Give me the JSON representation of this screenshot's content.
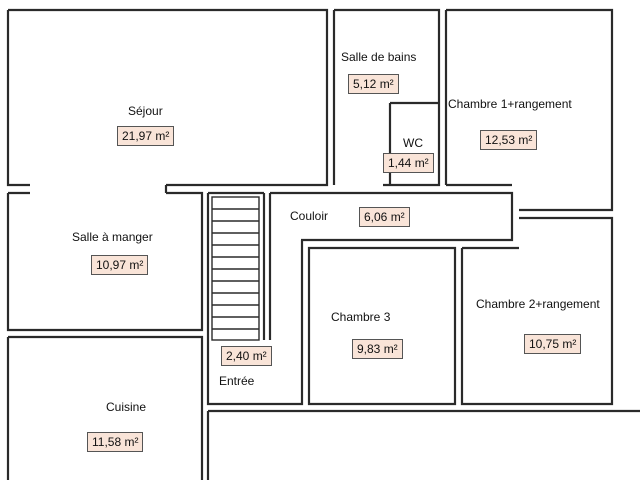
{
  "rooms": {
    "sejour": {
      "name": "Séjour",
      "area": "21,97 m²"
    },
    "salle_de_bains": {
      "name": "Salle de bains",
      "area": "5,12 m²"
    },
    "wc": {
      "name": "WC",
      "area": "1,44 m²"
    },
    "chambre1": {
      "name": "Chambre 1+rangement",
      "area": "12,53 m²"
    },
    "salle_a_manger": {
      "name": "Salle à manger",
      "area": "10,97 m²"
    },
    "couloir": {
      "name": "Couloir",
      "area": "6,06 m²"
    },
    "chambre3": {
      "name": "Chambre 3",
      "area": "9,83 m²"
    },
    "chambre2": {
      "name": "Chambre 2+rangement",
      "area": "10,75 m²"
    },
    "entree": {
      "name": "Entrée",
      "area": "2,40 m²"
    },
    "cuisine": {
      "name": "Cuisine",
      "area": "11,58 m²"
    }
  },
  "colors": {
    "wall": "#2a2a2a",
    "area_fill": "#f9e4d8",
    "background": "#ffffff"
  }
}
